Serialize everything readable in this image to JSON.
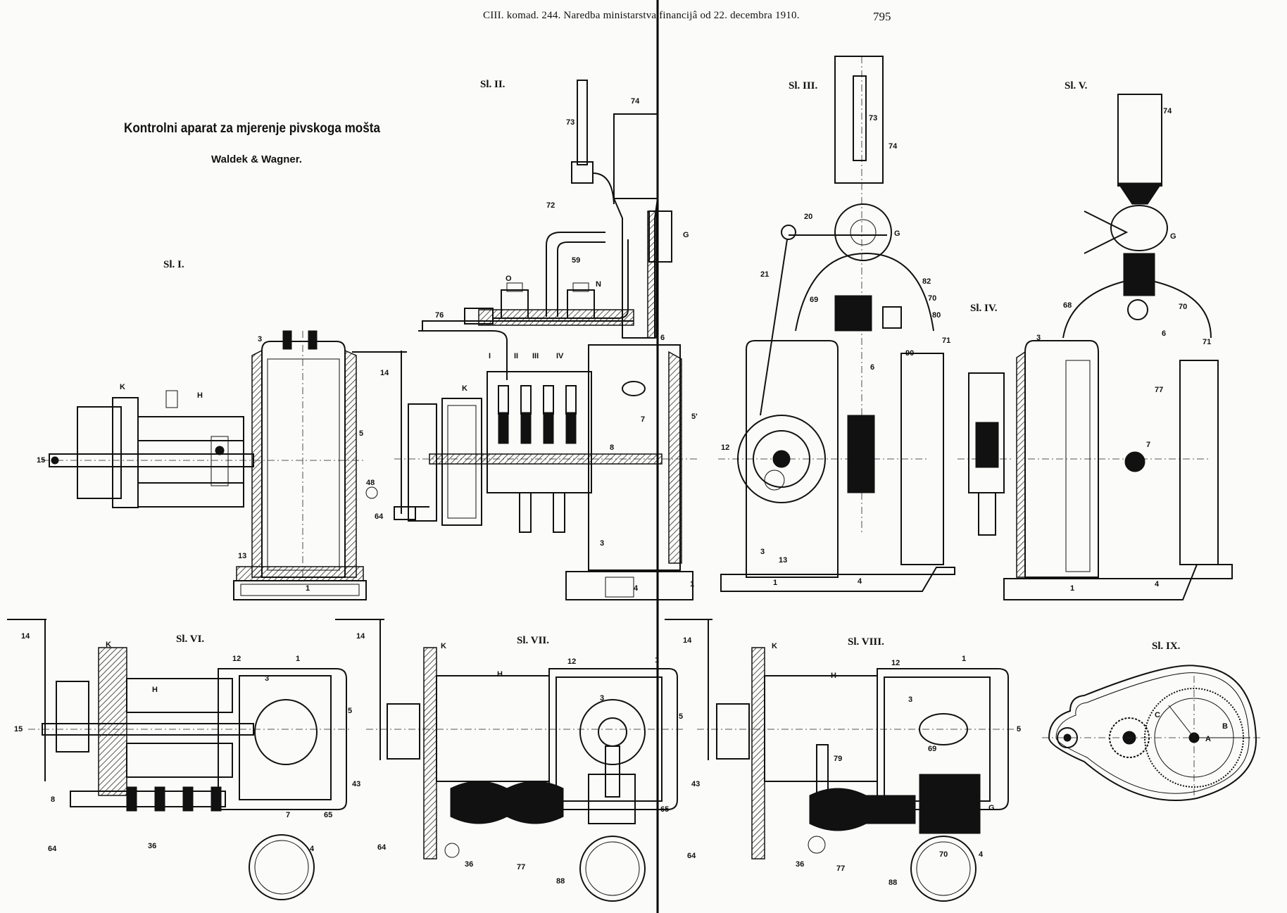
{
  "page": {
    "header": "CIII. komad. 244. Naredba ministarstva financijâ od 22. decembra 1910.",
    "page_number": "795",
    "title": "Kontrolni aparat za mjerenje pivskoga mošta",
    "subtitle": "Waldek & Wagner."
  },
  "figures": {
    "sl1": "Sl. I.",
    "sl2": "Sl. II.",
    "sl3": "Sl. III.",
    "sl4": "Sl. IV.",
    "sl5": "Sl. V.",
    "sl6": "Sl. VI.",
    "sl7": "Sl. VII.",
    "sl8": "Sl. VIII.",
    "sl9": "Sl. IX."
  },
  "labels": {
    "l1": "1",
    "l3": "3",
    "l4": "4",
    "l5": "5",
    "l6": "6",
    "l7": "7",
    "l8": "8",
    "l12": "12",
    "l13": "13",
    "l14": "14",
    "l15": "15",
    "l20": "20",
    "l21": "21",
    "l36": "36",
    "l43": "43",
    "l48": "48",
    "l59": "59",
    "l64": "64",
    "l65": "65",
    "l68": "68",
    "l69": "69",
    "l70": "70",
    "l71": "71",
    "l72": "72",
    "l73": "73",
    "l74": "74",
    "l76": "76",
    "l77": "77",
    "l79": "79",
    "l80": "80",
    "l82": "82",
    "l88": "88",
    "l90": "90",
    "l5p": "5'",
    "K": "K",
    "H": "H",
    "N": "N",
    "O": "O",
    "G": "G",
    "C": "C",
    "I": "I",
    "II": "II",
    "III": "III",
    "IV": "IV",
    "A": "A",
    "B": "B"
  }
}
